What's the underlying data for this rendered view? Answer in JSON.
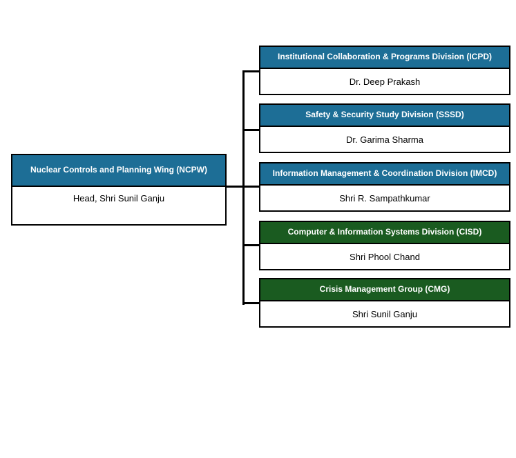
{
  "org_chart": {
    "type": "org-tree",
    "root": {
      "title": "Nuclear Controls and Planning Wing (NCPW)",
      "subtitle": "Head, Shri Sunil Ganju",
      "header_color": "#1D6E96"
    },
    "children": [
      {
        "title": "Institutional Collaboration & Programs Division (ICPD)",
        "subtitle": "Dr. Deep Prakash",
        "header_color": "#1D6E96"
      },
      {
        "title": "Safety & Security Study Division (SSSD)",
        "subtitle": "Dr. Garima Sharma",
        "header_color": "#1D6E96"
      },
      {
        "title": "Information Management & Coordination Division (IMCD)",
        "subtitle": "Shri R. Sampathkumar",
        "header_color": "#1D6E96"
      },
      {
        "title": "Computer & Information Systems Division (CISD)",
        "subtitle": "Shri Phool Chand",
        "header_color": "#1A5B20"
      },
      {
        "title": "Crisis Management Group (CMG)",
        "subtitle": "Shri Sunil Ganju",
        "header_color": "#1A5B20"
      }
    ],
    "colors": {
      "blue_header": "#1D6E96",
      "green_header": "#1A5B20",
      "header_text": "#FFFFFF",
      "body_text": "#000000",
      "border": "#000000",
      "connector": "#000000",
      "background": "#FFFFFF"
    }
  }
}
